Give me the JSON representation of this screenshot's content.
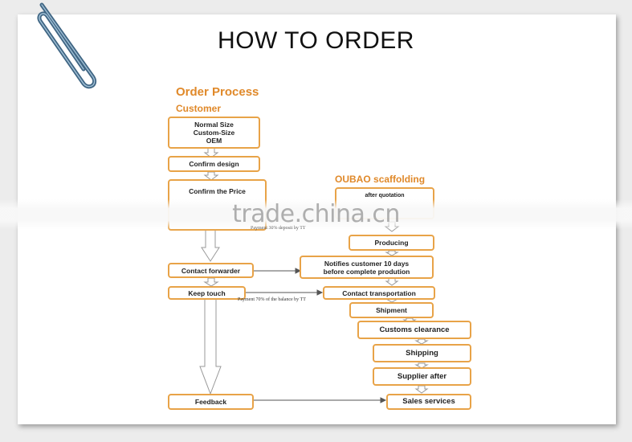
{
  "heading": "HOW TO ORDER",
  "flow": {
    "title": "Order Process",
    "customer_lane": "Customer",
    "supplier_lane_brand": "OUBAO",
    "supplier_lane_rest": "scaffolding",
    "options": [
      "Normal Size",
      "Custom-Size",
      "OEM"
    ],
    "confirm_design": "Confirm design",
    "confirm_price": "Confirm the Price",
    "after_quotation": "after quotation",
    "deposit_note": "Payment 30% deposit by TT",
    "producing": "Producing",
    "contact_forwarder": "Contact forwarder",
    "notifies": [
      "Notifies customer 10 days",
      "before complete prodution"
    ],
    "keep_touch": "Keep touch",
    "contact_transportation": "Contact transportation",
    "balance_note": "Payment 70% of the balance by TT",
    "shipment": "Shipment",
    "customs_clearance": "Customs  clearance",
    "shipping": "Shipping",
    "supplier_after": "Supplier after",
    "feedback": "Feedback",
    "sales_services": "Sales services"
  },
  "watermark": "trade.china.cn",
  "colors": {
    "box_border": "#e8a348",
    "label": "#e0892a",
    "paperclip": "#4a6f8a"
  },
  "icons": {
    "clip": "paperclip-icon"
  }
}
